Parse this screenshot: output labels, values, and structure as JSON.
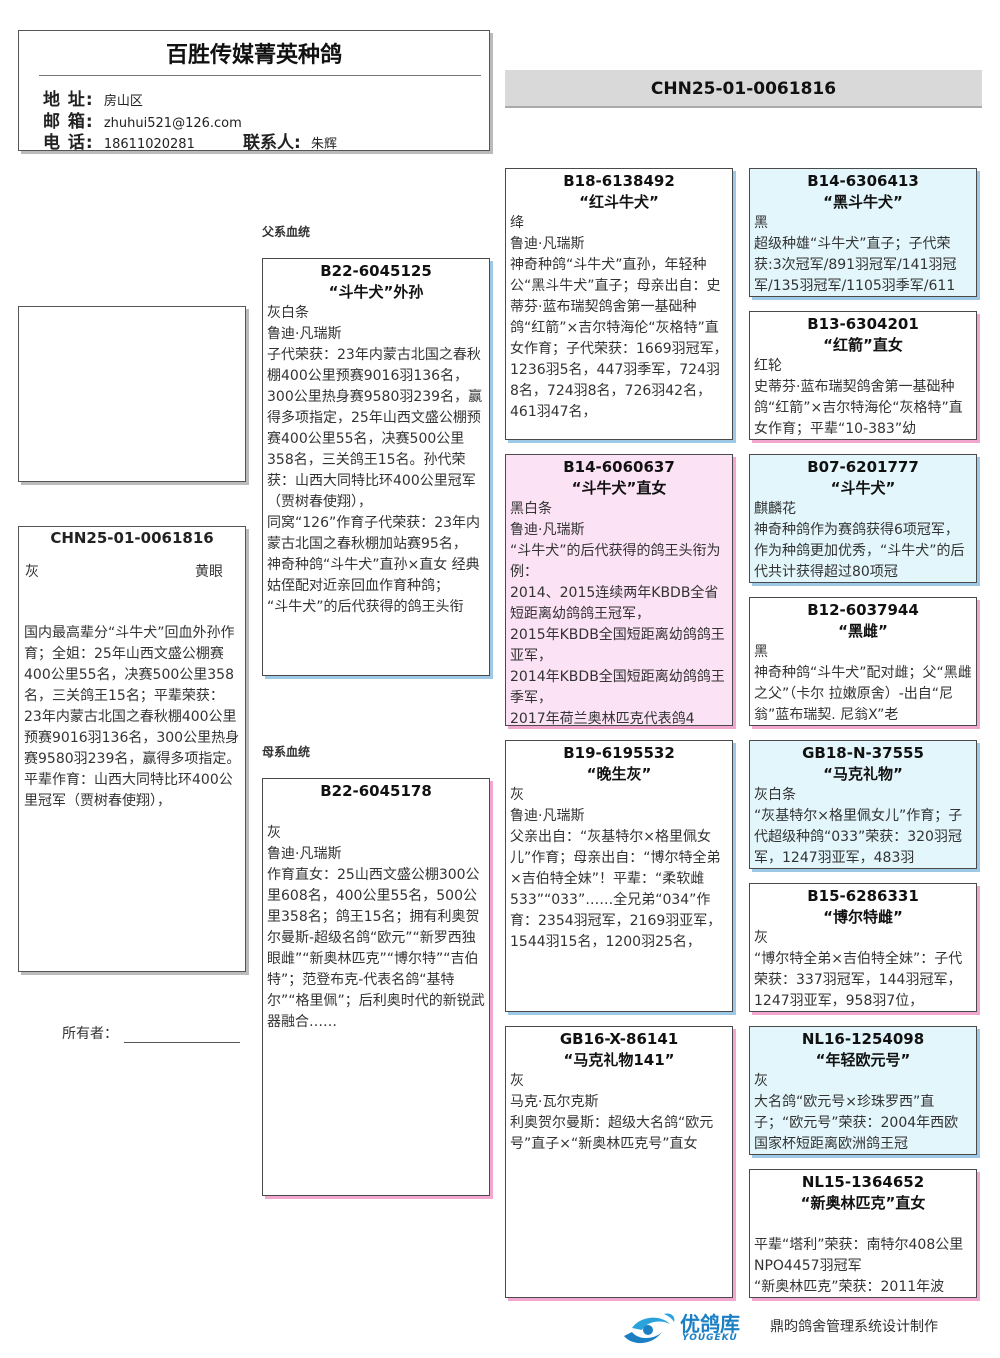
{
  "header": {
    "org_name": "百胜传媒菁英种鸽",
    "address_label": "地 址:",
    "address": "房山区",
    "email_label": "邮 箱:",
    "email": "zhuhui521@126.com",
    "phone_label": "电 话:",
    "phone": "18611020281",
    "contact_label": "联系人:",
    "contact": "朱辉"
  },
  "ring_title": "CHN25-01-0061816",
  "subject": {
    "ring": "CHN25-01-0061816",
    "color": "灰",
    "eye": "黄眼",
    "notes": "国内最高辈分“斗牛犬”回血外孙作育；全姐：25年山西文盛公棚赛400公里55名，决赛500公里358名，三关鸽王15名；平辈荣获：23年内蒙古北国之春秋棚400公里预赛9016羽136名，300公里热身赛9580羽239名，赢得多项指定。平辈作育：山西大同特比环400公里冠军（贾树春使翔），"
  },
  "owner_label": "所有者：",
  "sections": {
    "sire": "父系血统",
    "dam": "母系血统"
  },
  "pedigree": {
    "sire": {
      "ring": "B22-6045125",
      "name": "“斗牛犬”外孙",
      "color": "灰白条",
      "lines": [
        "鲁迪·凡瑞斯",
        "子代荣获：23年内蒙古北国之春秋棚400公里预赛9016羽136名，300公里热身赛9580羽239名，赢得多项指定，25年山西文盛公棚预赛400公里55名，决赛500公里358名，三关鸽王15名。孙代荣获：山西大同特比环400公里冠军（贾树春使翔），",
        "同窝“126”作育子代荣获：23年内蒙古北国之春秋棚加站赛95名，",
        "神奇种鸽“斗牛犬”直孙×直女 经典姑侄配对近亲回血作育种鸽；",
        "“斗牛犬”的后代获得的鸽王头衔"
      ]
    },
    "dam": {
      "ring": "B22-6045178",
      "name": "",
      "color": "灰",
      "lines": [
        "鲁迪·凡瑞斯",
        "作育直女：25山西文盛公棚300公里608名，400公里55名，500公里358名；鸽王15名；拥有利奥贺尔曼斯-超级名鸽“欧元”“新罗西独眼雌”“新奥林匹克”“博尔特”“吉伯特”；范登布克-代表名鸽“基特尔”“格里佩”；后利奥时代的新锐武器融合……"
      ]
    },
    "ss": {
      "ring": "B18-6138492",
      "name": "“红斗牛犬”",
      "color": "绛",
      "lines": [
        "鲁迪·凡瑞斯",
        "神奇种鸽“斗牛犬”直孙，年轻种公“黑斗牛犬”直子；母亲出自：史蒂芬·蓝布瑞契鸽舍第一基础种鸽“红箭”×吉尔特海伦“灰格特”直女作育；子代荣获：1669羽冠军，1236羽5名，447羽季军，724羽8名，724羽8名，726羽42名，461羽47名，"
      ]
    },
    "sd": {
      "ring": "B14-6060637",
      "name": "“斗牛犬”直女",
      "color": "黑白条",
      "lines": [
        "鲁迪·凡瑞斯",
        "“斗牛犬”的后代获得的鸽王头衔为例：",
        "2014、2015连续两年KBDB全省短距离幼鸽鸽王冠军，",
        "2015年KBDB全国短距离幼鸽鸽王亚军，",
        "2014年KBDB全国短距离幼鸽鸽王季军，",
        "2017年荷兰奥林匹克代表鸽4"
      ]
    },
    "ds": {
      "ring": "B19-6195532",
      "name": "“晚生灰”",
      "color": "灰",
      "lines": [
        "鲁迪·凡瑞斯",
        "父亲出自：“灰基特尔×格里佩女儿”作育；母亲出自：“博尔特全弟×吉伯特全妹”！平辈：“柔软雌533”“033”……全兄弟“034”作育：2354羽冠军，2169羽亚军，1544羽15名，1200羽25名，"
      ]
    },
    "dd": {
      "ring": "GB16-X-86141",
      "name": "“马克礼物141”",
      "color": "灰",
      "lines": [
        "马克·瓦尔克斯",
        "利奥贺尔曼斯：超级大名鸽“欧元号”直子×“新奥林匹克号”直女"
      ]
    },
    "sss": {
      "ring": "B14-6306413",
      "name": "“黑斗牛犬”",
      "color": "黑",
      "lines": [
        "超级种雄“斗牛犬”直子；子代荣获:3次冠军/891羽冠军/141羽冠军/135羽冠军/1105羽季军/611"
      ]
    },
    "ssd": {
      "ring": "B13-6304201",
      "name": "“红箭”直女",
      "color": "红轮",
      "lines": [
        "史蒂芬·蓝布瑞契鸽舍第一基础种鸽“红箭”×吉尔特海伦“灰格特”直女作育；平辈“10-383”幼"
      ]
    },
    "sds": {
      "ring": "B07-6201777",
      "name": "“斗牛犬”",
      "color": "麒麟花",
      "lines": [
        "神奇种鸽作为赛鸽获得6项冠军，作为种鸽更加优秀，“斗牛犬”的后代共计获得超过80项冠"
      ]
    },
    "sdd": {
      "ring": "B12-6037944",
      "name": "“黑雌”",
      "color": "黑",
      "lines": [
        "神奇种鸽“斗牛犬”配对雌；父“黑雌之父”（卡尔 拉嫩原舍）-出自“尼翁”蓝布瑞契. 尼翁X”老"
      ]
    },
    "dss": {
      "ring": "GB18-N-37555",
      "name": "“马克礼物”",
      "color": "灰白条",
      "lines": [
        "“灰基特尔×格里佩女儿”作育；子代超级种鸽“033”荣获：320羽冠军，1247羽亚军，483羽"
      ]
    },
    "dsd": {
      "ring": "B15-6286331",
      "name": "“博尔特雌”",
      "color": "灰",
      "lines": [
        "“博尔特全弟×吉伯特全妹”：子代荣获：337羽冠军，144羽冠军，1247羽亚军，958羽7位，"
      ]
    },
    "dds": {
      "ring": "NL16-1254098",
      "name": "“年轻欧元号”",
      "color": "灰",
      "lines": [
        "大名鸽“欧元号×珍珠罗西”直子；“欧元号”荣获：2004年西欧国家杯短距离欧洲鸽王冠"
      ]
    },
    "ddd": {
      "ring": "NL15-1364652",
      "name": "“新奥林匹克”直女",
      "color": "",
      "lines": [
        "平辈“塔利”荣获：南特尔408公里NPO4457羽冠军",
        "“新奥林匹克”荣获：2011年波"
      ]
    }
  },
  "footer": {
    "logo_cn": "优鸽库",
    "logo_en": "YOUGEKU",
    "credit": "鼎昀鸽舍管理系统设计制作"
  },
  "colors": {
    "sire_shadow": "#9ec9e6",
    "dam_shadow": "#f2a7d1",
    "male_fill": "#e2f6fb",
    "female_fill": "#fbe2f4"
  }
}
